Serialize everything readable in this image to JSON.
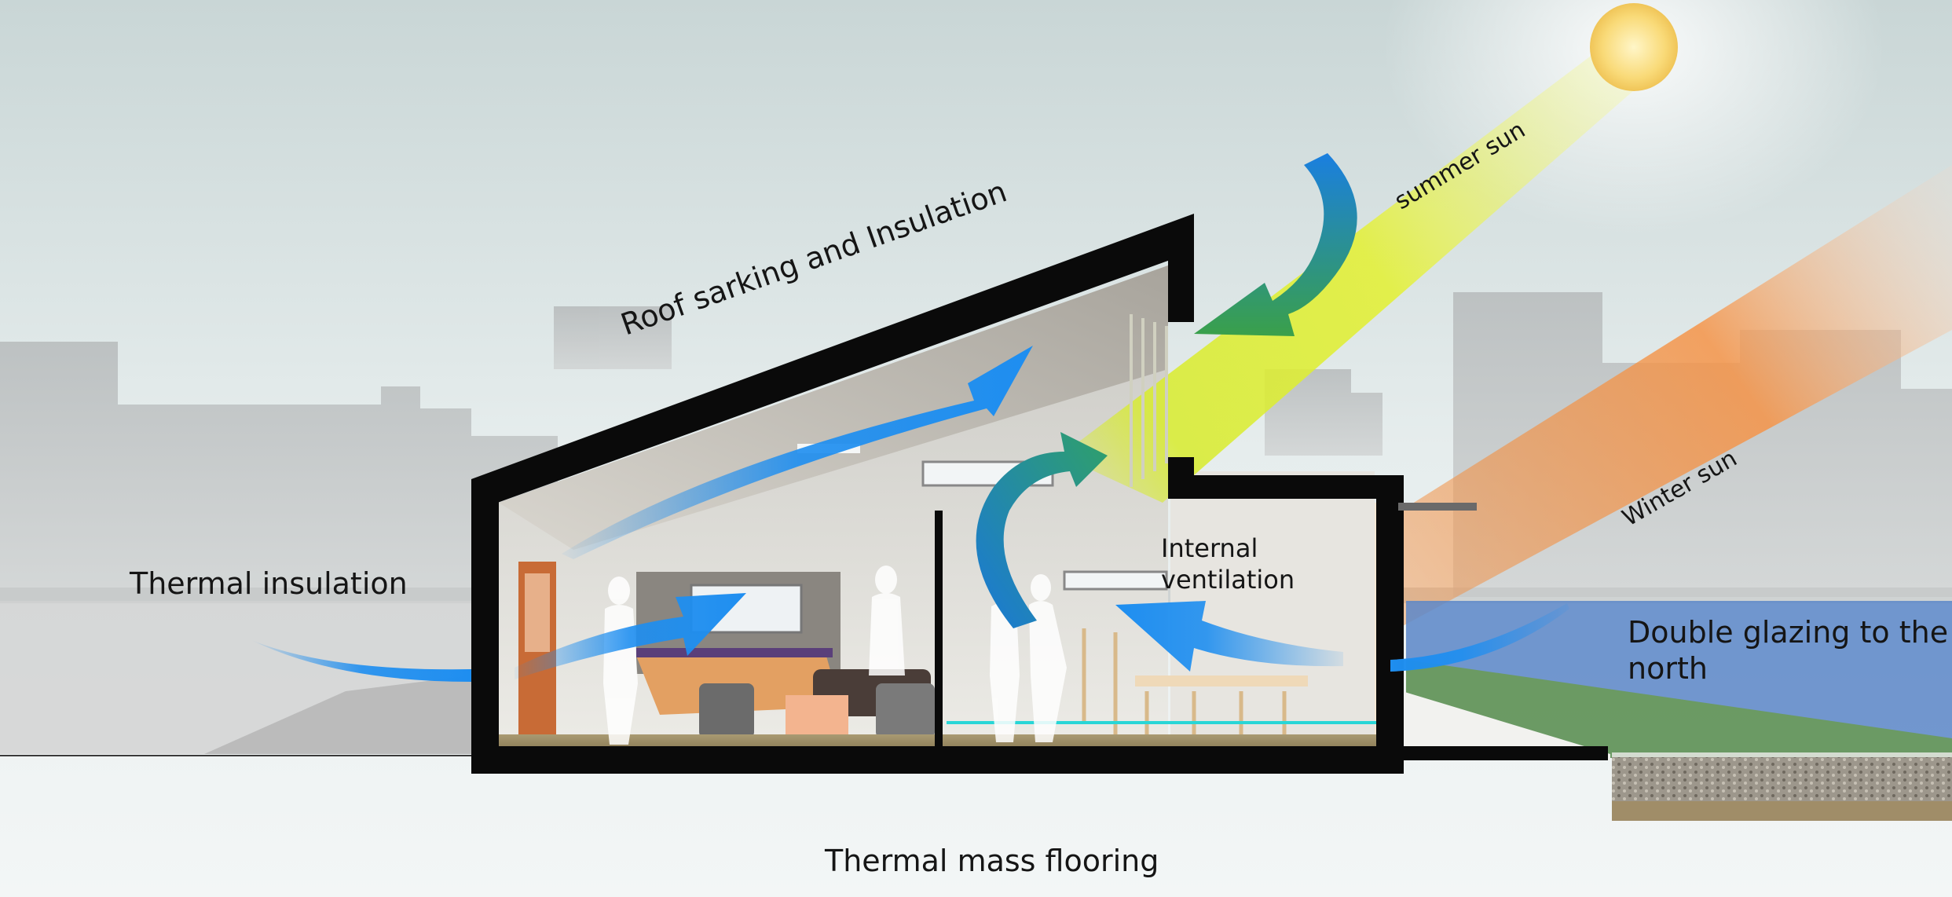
{
  "labels": {
    "roof": "Roof sarking and Insulation",
    "summer_sun": "summer sun",
    "winter_sun": "Winter sun",
    "thermal_insulation": "Thermal insulation",
    "internal_ventilation_line1": "Internal",
    "internal_ventilation_line2": "ventilation",
    "double_glazing_line1": "Double glazing to the",
    "double_glazing_line2": "north",
    "thermal_mass": "Thermal mass flooring"
  },
  "colors": {
    "airflow_arrow": "#1e8ef0",
    "summer_sun_beam": "#eaf23a",
    "winter_sun_beam": "#f48a3a",
    "sun": "#f7d36a",
    "walls": "#0a0a0a",
    "glazing_panel": "#5a86c8",
    "lawn": "#6a9a58"
  }
}
